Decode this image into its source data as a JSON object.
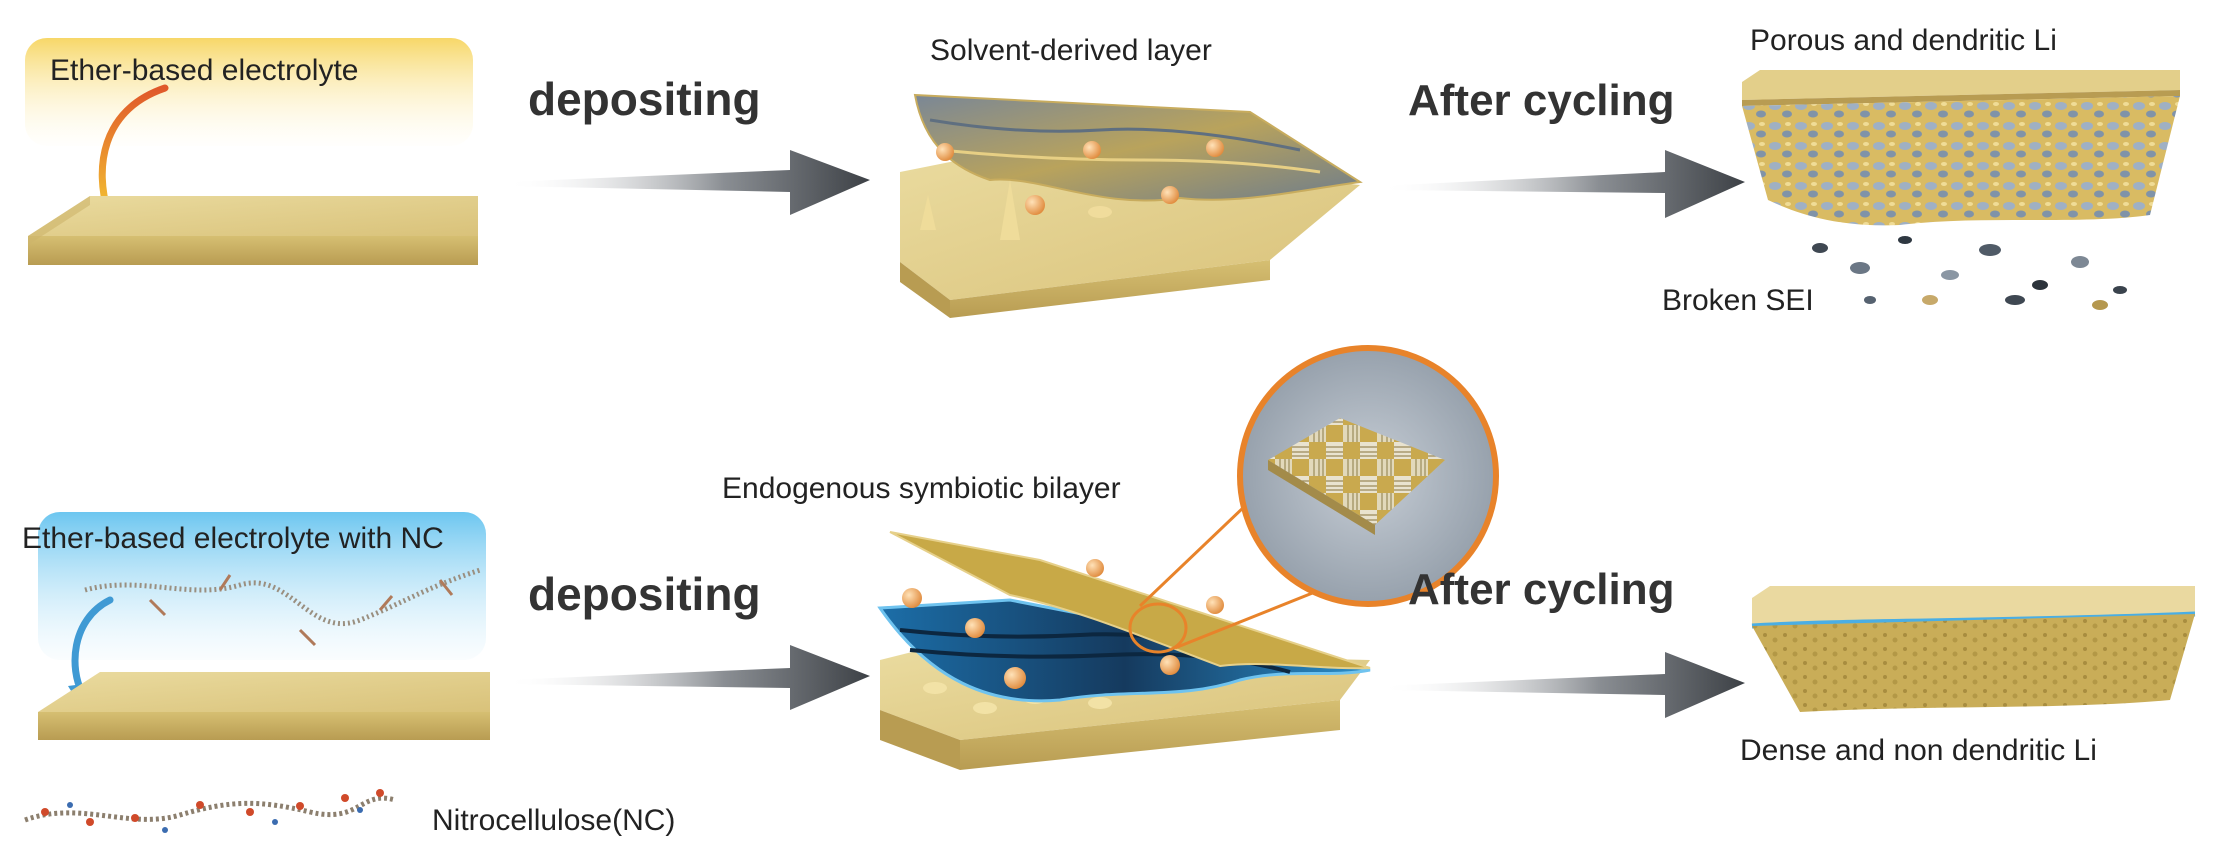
{
  "row_top": {
    "electrolyte_label": "Ether-based electrolyte",
    "process_label": "depositing",
    "layer_label": "Solvent-derived layer",
    "cycling_label": "After cycling",
    "result_label": "Porous and dendritic Li",
    "sei_label": "Broken SEI"
  },
  "row_bottom": {
    "electrolyte_label": "Ether-based electrolyte with NC",
    "process_label": "depositing",
    "layer_label": "Endogenous symbiotic bilayer",
    "cycling_label": "After cycling",
    "result_label": "Dense and non dendritic Li",
    "additive_label": "Nitrocellulose(NC)"
  },
  "colors": {
    "lithium_gold": "#e3cf8a",
    "arrow_gray": "#3d4146",
    "ether_glow": "#f7d768",
    "nc_glow": "#6cc6f0",
    "sei_blue": "#2a88c8",
    "zoom_ring": "#e8832a"
  }
}
